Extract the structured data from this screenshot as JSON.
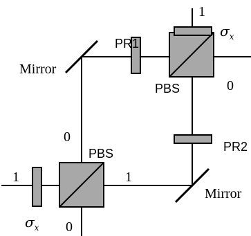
{
  "labels": {
    "mirror": "Mirror",
    "pbs": "PBS",
    "pr1": "PR1",
    "pr2": "PR2",
    "sigma": "σ",
    "sigma_sub": "x"
  },
  "ports": {
    "top_right_pbs_out_up": "1",
    "top_right_pbs_out_right": "0",
    "bottom_left_pbs_out_up": "0",
    "bottom_left_pbs_in_left": "1",
    "bottom_left_pbs_out_right": "1",
    "bottom_left_pbs_out_down": "0"
  }
}
